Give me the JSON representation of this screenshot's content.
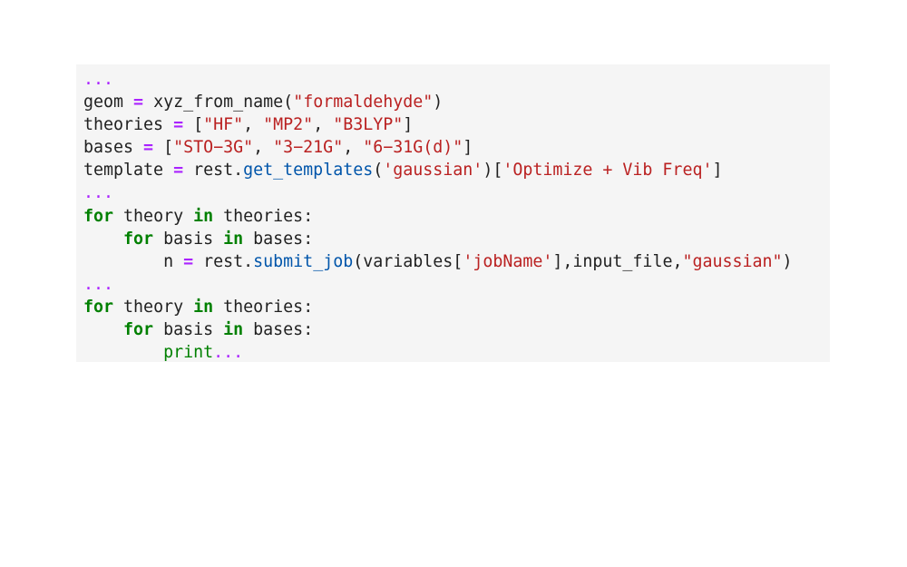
{
  "code_cell": {
    "language": "python",
    "lines": [
      "...",
      "geom = xyz_from_name(\"formaldehyde\")",
      "theories = [\"HF\", \"MP2\", \"B3LYP\"]",
      "bases = [\"STO-3G\", \"3-21G\", \"6-31G(d)\"]",
      "template = rest.get_templates('gaussian')['Optimize + Vib Freq']",
      "...",
      "for theory in theories:",
      "    for basis in bases:",
      "        n = rest.submit_job(variables['jobName'],input_file,\"gaussian\")",
      "...",
      "for theory in theories:",
      "    for basis in bases:",
      "        print..."
    ],
    "tokens": {
      "ellipsis": "...",
      "geom_var": "geom",
      "assign": "=",
      "xyz_fn": "xyz_from_name",
      "formaldehyde_str": "\"formaldehyde\"",
      "theories_var": "theories",
      "hf_str": "\"HF\"",
      "mp2_str": "\"MP2\"",
      "b3lyp_str": "\"B3LYP\"",
      "bases_var": "bases",
      "sto3g_str": "\"STO−3G\"",
      "321g_str": "\"3−21G\"",
      "631gd_str": "\"6−31G(d)\"",
      "template_var": "template",
      "rest": "rest.",
      "get_templates_fn": "get_templates",
      "gaussian_sq_str": "'gaussian'",
      "optimize_str": "'Optimize + Vib Freq'",
      "for_kw": "for",
      "in_kw": "in",
      "theory_var": "theory",
      "basis_var": "basis",
      "n_var": "n",
      "submit_job_fn": "submit_job",
      "variables_var": "variables",
      "jobname_str": "'jobName'",
      "input_file_var": "input_file",
      "gaussian_dq_str": "\"gaussian\"",
      "print_fn": "print"
    }
  },
  "colors": {
    "background": "#f5f5f5",
    "keyword": "#008000",
    "operator": "#aa22ff",
    "string": "#ba2121",
    "function": "#0055aa",
    "text": "#212121"
  }
}
